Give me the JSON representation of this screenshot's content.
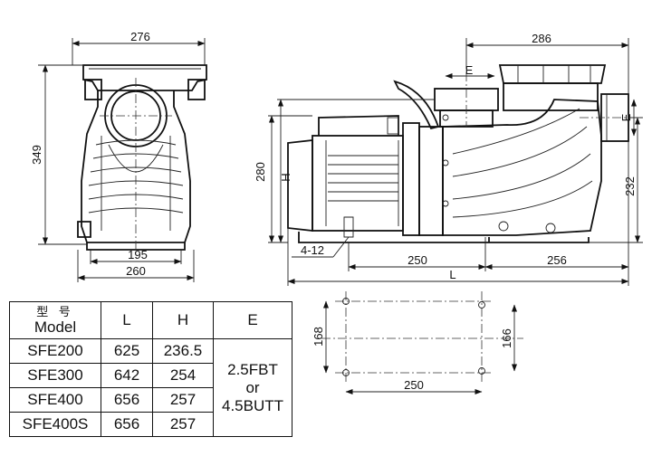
{
  "front_view": {
    "width_top": "276",
    "height": "349",
    "base_inner": "195",
    "base_outer": "260"
  },
  "side_view": {
    "length_right": "286",
    "e_top": "E",
    "e_right": "E",
    "height_280": "280",
    "h_label": "H",
    "height_232": "232",
    "bolt": "4-12",
    "base_250": "250",
    "base_256": "256",
    "l_label": "L"
  },
  "base_view": {
    "span_168": "168",
    "span_166": "166",
    "span_250": "250"
  },
  "table": {
    "header_cn": "型 号",
    "header_model": "Model",
    "header_l": "L",
    "header_h": "H",
    "header_e": "E",
    "rows": [
      {
        "model": "SFE200",
        "l": "625",
        "h": "236.5"
      },
      {
        "model": "SFE300",
        "l": "642",
        "h": "254"
      },
      {
        "model": "SFE400",
        "l": "656",
        "h": "257"
      },
      {
        "model": "SFE400S",
        "l": "656",
        "h": "257"
      }
    ],
    "e_value": [
      "2.5FBT",
      "or",
      "4.5BUTT"
    ]
  }
}
